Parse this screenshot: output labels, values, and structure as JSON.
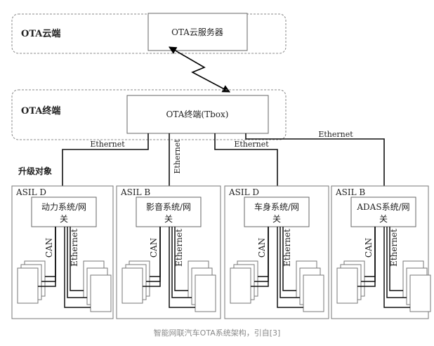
{
  "cloud_layer": {
    "label": "OTA云端",
    "server": "OTA云服务器"
  },
  "terminal_layer": {
    "label": "OTA终端",
    "tbox": "OTA终端(Tbox)"
  },
  "link_labels": {
    "eth1": "Ethernet",
    "eth2": "Ethernet",
    "eth3": "Ethernet",
    "eth4": "Ethernet"
  },
  "upgrade_targets_label": "升级对象",
  "domains": [
    {
      "asil": "ASIL D",
      "gateway_line1": "动力系统/网",
      "gateway_line2": "关",
      "can": "CAN",
      "eth": "Ethernet"
    },
    {
      "asil": "ASIL B",
      "gateway_line1": "影音系统/网",
      "gateway_line2": "关",
      "can": "CAN",
      "eth": "Ethernet"
    },
    {
      "asil": "ASIL D",
      "gateway_line1": "车身系统/网",
      "gateway_line2": "关",
      "can": "CAN",
      "eth": "Ethernet"
    },
    {
      "asil": "ASIL B",
      "gateway_line1": "ADAS系统/网",
      "gateway_line2": "关",
      "can": "CAN",
      "eth": "Ethernet"
    }
  ],
  "caption": "智能网联汽车OTA系统架构，引自[3]"
}
